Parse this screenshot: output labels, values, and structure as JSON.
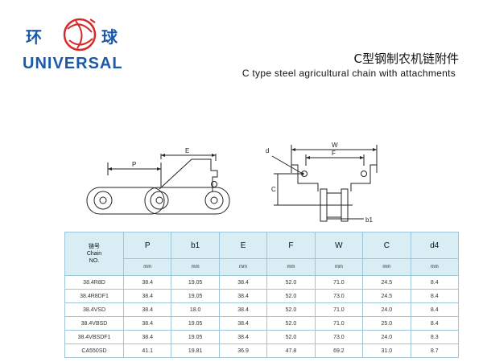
{
  "logo": {
    "cn_left": "环",
    "cn_right": "球",
    "en": "UNIVERSAL",
    "brand_color": "#1a5aa8",
    "mark_color": "#d42a2a"
  },
  "title": {
    "cn": "C型钢制农机链附件",
    "en": "C type steel agricultural chain with attachments"
  },
  "diagram": {
    "labels": {
      "E": "E",
      "P": "P",
      "W": "W",
      "F": "F",
      "d": "d",
      "C": "C",
      "b1": "b1"
    }
  },
  "table": {
    "header_chain": "链号 Chain NO.",
    "header_chain_cn": "链号",
    "header_chain_en": "Chain",
    "header_chain_no": "NO.",
    "columns": [
      "P",
      "b1",
      "E",
      "F",
      "W",
      "C",
      "d4"
    ],
    "units": [
      "mm",
      "mm",
      "mm",
      "mm",
      "mm",
      "mm",
      "mm"
    ],
    "rows": [
      {
        "chain": "38.4R8D",
        "values": [
          "38.4",
          "19.05",
          "38.4",
          "52.0",
          "71.0",
          "24.5",
          "8.4"
        ]
      },
      {
        "chain": "38.4R8DF1",
        "values": [
          "38.4",
          "19.05",
          "38.4",
          "52.0",
          "73.0",
          "24.5",
          "8.4"
        ]
      },
      {
        "chain": "38.4VSD",
        "values": [
          "38.4",
          "18.0",
          "38.4",
          "52.0",
          "71.0",
          "24.0",
          "8.4"
        ]
      },
      {
        "chain": "38.4VBSD",
        "values": [
          "38.4",
          "19.05",
          "38.4",
          "52.0",
          "71.0",
          "25.0",
          "8.4"
        ]
      },
      {
        "chain": "38.4VBSDF1",
        "values": [
          "38.4",
          "19.05",
          "38.4",
          "52.0",
          "73.0",
          "24.0",
          "8.3"
        ]
      },
      {
        "chain": "CA550SD",
        "values": [
          "41.1",
          "19.81",
          "36.9",
          "47.8",
          "69.2",
          "31.0",
          "8.7"
        ]
      }
    ]
  }
}
